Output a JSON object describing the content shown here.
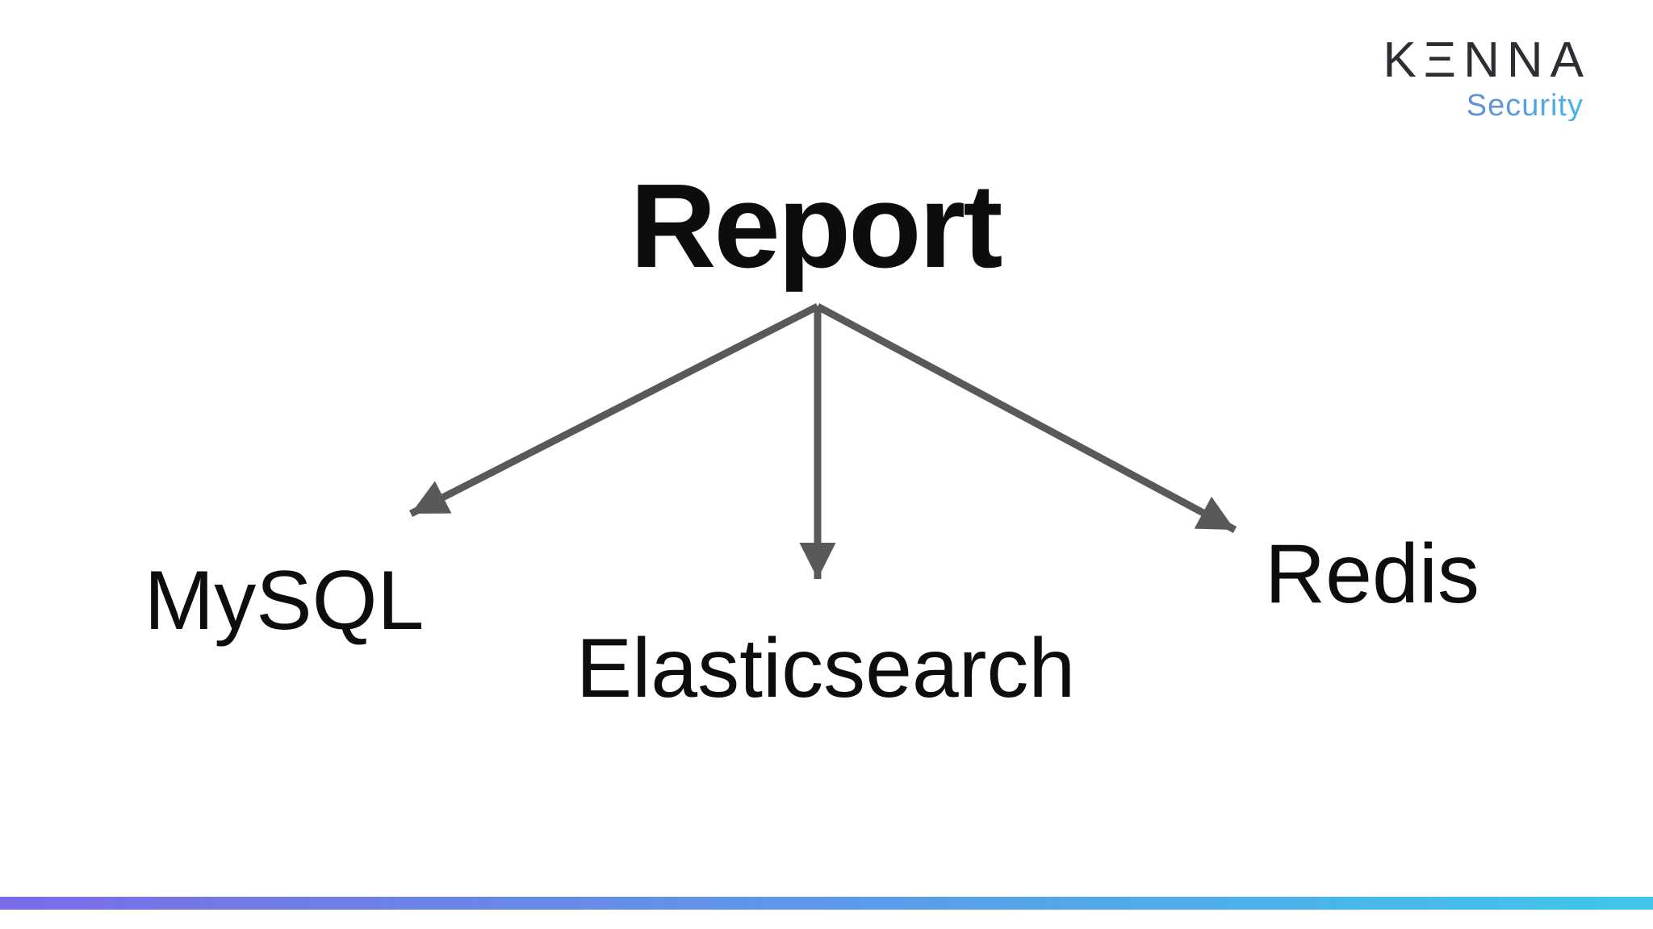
{
  "logo": {
    "brand": "KΞNNA",
    "tagline": "Security"
  },
  "diagram": {
    "root": {
      "label": "Report"
    },
    "children": [
      {
        "label": "MySQL"
      },
      {
        "label": "Elasticsearch"
      },
      {
        "label": "Redis"
      }
    ]
  },
  "colors": {
    "background": "#ffffff",
    "title_text": "#0d0d0d",
    "node_text": "#0d0d0d",
    "arrow": "#595959",
    "logo_brand_text": "#2d2d33",
    "tagline_gradient_start": "#7a6fc9",
    "tagline_gradient_end": "#45b5e8",
    "bottom_bar_gradient_start": "#7b6ce6",
    "bottom_bar_gradient_end": "#3fc6ea"
  }
}
